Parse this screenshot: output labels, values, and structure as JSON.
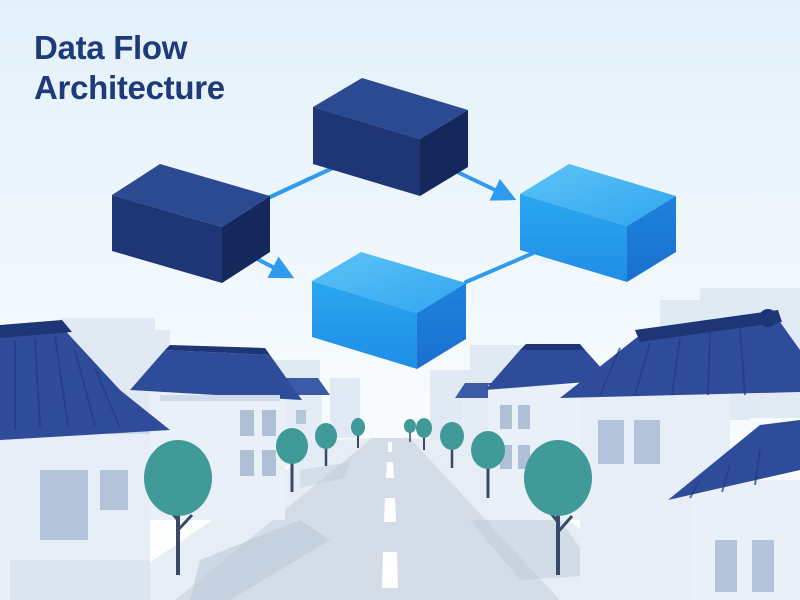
{
  "title": {
    "line1": "Data Flow",
    "line2": "Architecture"
  },
  "colors": {
    "title": "#1d3a7a",
    "sky_top": "#e3f0fa",
    "sky_bottom": "#ffffff",
    "node_dark_top": "#2b4a92",
    "node_dark_front": "#1e3576",
    "node_dark_side": "#15285c",
    "node_light_top": "#43b2f2",
    "node_light_front": "#2aa2ee",
    "node_light_side": "#1a7fd9",
    "arrow": "#2f9bf0",
    "roof": "#2f4c9a",
    "wall": "#e9f0f8",
    "tree": "#3f9a98",
    "trunk": "#3a4a66",
    "road": "#d4dde7"
  },
  "diagram": {
    "nodes": [
      {
        "id": "node-left",
        "style": "dark"
      },
      {
        "id": "node-top",
        "style": "dark"
      },
      {
        "id": "node-right",
        "style": "light"
      },
      {
        "id": "node-bottom",
        "style": "light"
      }
    ],
    "edges": [
      {
        "from": "node-left",
        "to": "node-top"
      },
      {
        "from": "node-top",
        "to": "node-right"
      },
      {
        "from": "node-left",
        "to": "node-bottom"
      },
      {
        "from": "node-bottom",
        "to": "node-right"
      }
    ]
  }
}
